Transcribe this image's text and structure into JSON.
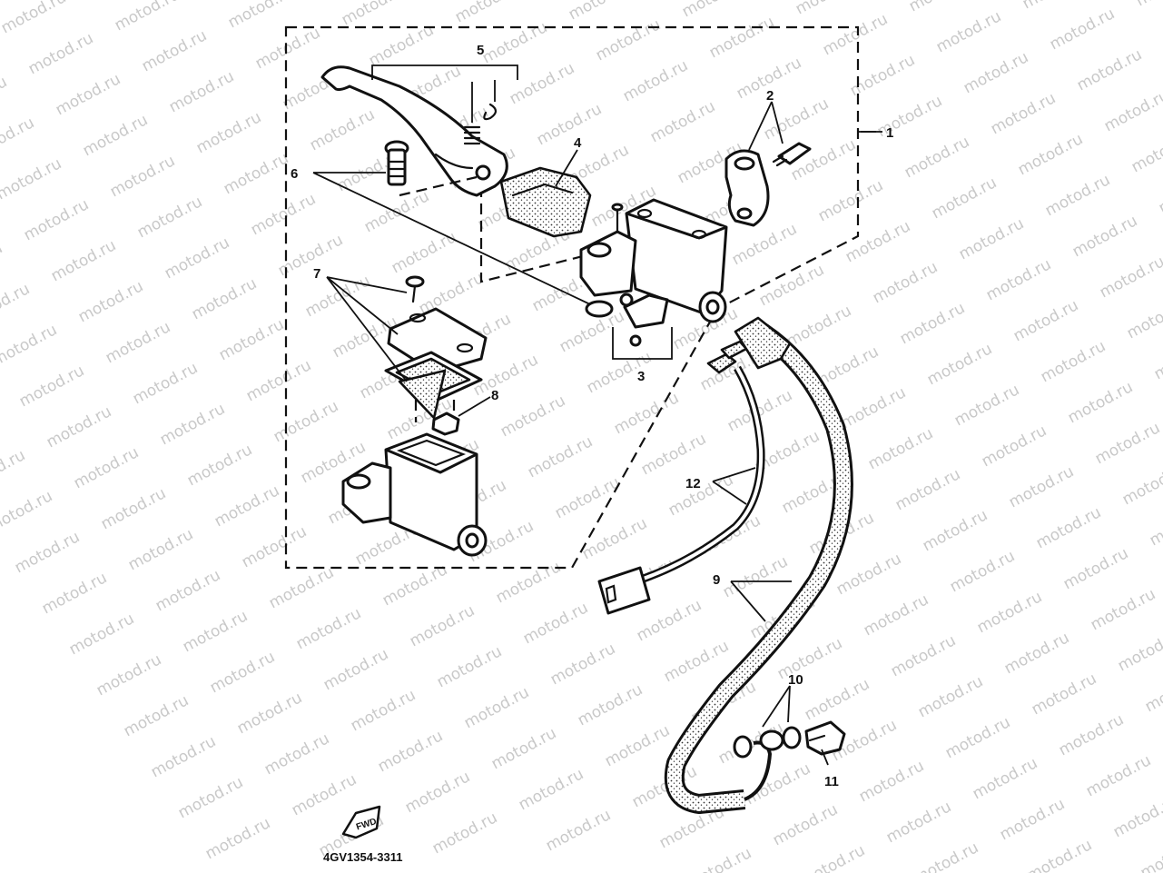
{
  "watermark": {
    "text": "motod.ru"
  },
  "callouts": [
    {
      "id": "1",
      "label": "1"
    },
    {
      "id": "2",
      "label": "2"
    },
    {
      "id": "3",
      "label": "3"
    },
    {
      "id": "4",
      "label": "4"
    },
    {
      "id": "5",
      "label": "5"
    },
    {
      "id": "6",
      "label": "6"
    },
    {
      "id": "7",
      "label": "7"
    },
    {
      "id": "8",
      "label": "8"
    },
    {
      "id": "9",
      "label": "9"
    },
    {
      "id": "10",
      "label": "10"
    },
    {
      "id": "11",
      "label": "11"
    },
    {
      "id": "12",
      "label": "12"
    }
  ],
  "badge": {
    "text": "FWD"
  },
  "document_code": "4GV1354-3311"
}
